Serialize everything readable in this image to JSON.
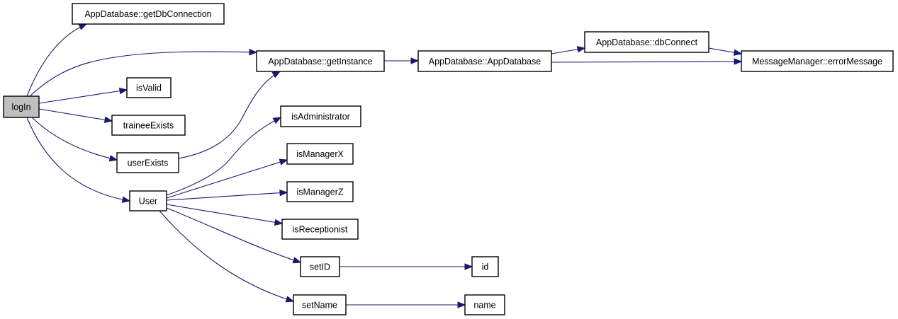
{
  "graph": {
    "root": "logIn",
    "nodes": [
      {
        "id": "logIn",
        "label": "logIn",
        "highlighted": true
      },
      {
        "id": "getDbConnection",
        "label": "AppDatabase::getDbConnection"
      },
      {
        "id": "getInstance",
        "label": "AppDatabase::getInstance"
      },
      {
        "id": "AppDatabase",
        "label": "AppDatabase::AppDatabase"
      },
      {
        "id": "dbConnect",
        "label": "AppDatabase::dbConnect"
      },
      {
        "id": "errorMessage",
        "label": "MessageManager::errorMessage"
      },
      {
        "id": "isValid",
        "label": "isValid"
      },
      {
        "id": "traineeExists",
        "label": "traineeExists"
      },
      {
        "id": "userExists",
        "label": "userExists"
      },
      {
        "id": "User",
        "label": "User"
      },
      {
        "id": "isAdministrator",
        "label": "isAdministrator"
      },
      {
        "id": "isManagerX",
        "label": "isManagerX"
      },
      {
        "id": "isManagerZ",
        "label": "isManagerZ"
      },
      {
        "id": "isReceptionist",
        "label": "isReceptionist"
      },
      {
        "id": "setID",
        "label": "setID"
      },
      {
        "id": "id",
        "label": "id"
      },
      {
        "id": "setName",
        "label": "setName"
      },
      {
        "id": "name",
        "label": "name"
      }
    ],
    "edges": [
      {
        "from": "logIn",
        "to": "getDbConnection"
      },
      {
        "from": "logIn",
        "to": "getInstance"
      },
      {
        "from": "logIn",
        "to": "isValid"
      },
      {
        "from": "logIn",
        "to": "traineeExists"
      },
      {
        "from": "logIn",
        "to": "userExists"
      },
      {
        "from": "logIn",
        "to": "User"
      },
      {
        "from": "getInstance",
        "to": "AppDatabase"
      },
      {
        "from": "AppDatabase",
        "to": "dbConnect"
      },
      {
        "from": "AppDatabase",
        "to": "errorMessage"
      },
      {
        "from": "dbConnect",
        "to": "errorMessage"
      },
      {
        "from": "userExists",
        "to": "getInstance"
      },
      {
        "from": "User",
        "to": "isAdministrator"
      },
      {
        "from": "User",
        "to": "isManagerX"
      },
      {
        "from": "User",
        "to": "isManagerZ"
      },
      {
        "from": "User",
        "to": "isReceptionist"
      },
      {
        "from": "User",
        "to": "setID"
      },
      {
        "from": "User",
        "to": "setName"
      },
      {
        "from": "setID",
        "to": "id"
      },
      {
        "from": "setName",
        "to": "name"
      }
    ],
    "colors": {
      "edge": "#191970",
      "node_border": "#000000",
      "node_fill": "#ffffff",
      "root_fill": "#bfbfbf"
    }
  }
}
